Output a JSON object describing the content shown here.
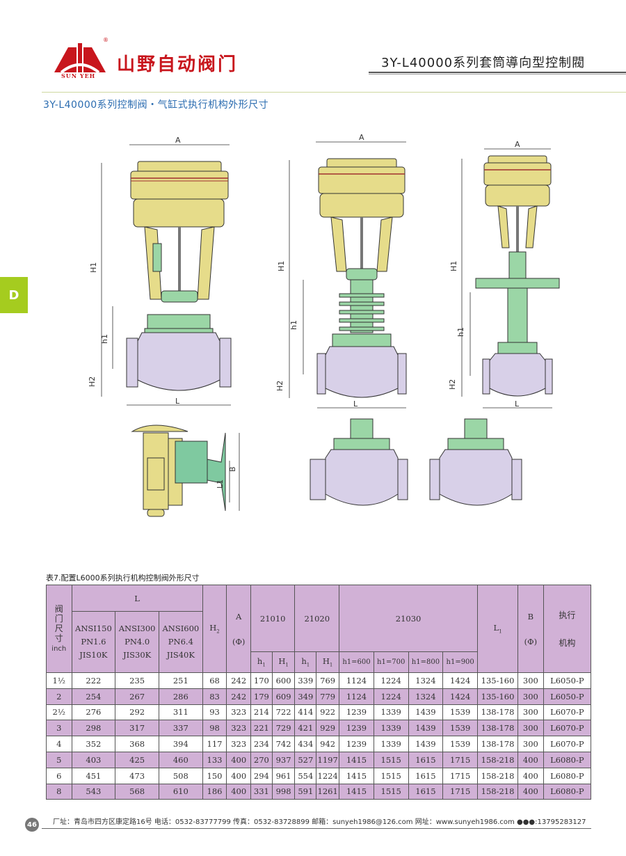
{
  "header": {
    "logo_sub": "SUN YEH",
    "logo_reg": "®",
    "brand_name": "山野自动阀门",
    "series_title": "3Y-L40000系列套筒導向型控制閥"
  },
  "section_title": "3Y-L40000系列控制阀・气缸式执行机构外形尺寸",
  "side_tab": "D",
  "drawings": {
    "valve1": {
      "A": "A",
      "H1": "H1",
      "h1": "h1",
      "H2": "H2",
      "L": "L"
    },
    "valve2": {
      "A": "A",
      "H1": "H1",
      "h1": "h1",
      "H2": "H2",
      "L": "L"
    },
    "valve3": {
      "A": "A",
      "H1": "H1",
      "h1": "h1",
      "H2": "H2",
      "L": "L"
    },
    "actuator_side": {
      "B": "B",
      "L1": "L1"
    }
  },
  "table": {
    "caption": "表7.配置L6000系列执行机构控制阀外形尺寸",
    "headers": {
      "size": [
        "阀",
        "门",
        "尺",
        "寸",
        "inch"
      ],
      "L": "L",
      "ansi150": [
        "ANSI150",
        "PN1.6",
        "JIS10K"
      ],
      "ansi300": [
        "ANSI300",
        "PN4.0",
        "JIS30K"
      ],
      "ansi600": [
        "ANSI600",
        "PN6.4",
        "JIS40K"
      ],
      "H2": "H",
      "H2_sub": "2",
      "A": "A",
      "A_phi": "(Φ)",
      "g21010": "21010",
      "g21020": "21020",
      "g21030": "21030",
      "h": "h",
      "H": "H",
      "hsub": "1",
      "H1_label": "H",
      "H1_sub": "1",
      "h700": [
        "h1=600",
        "h1=700",
        "h1=800",
        "h1=900"
      ],
      "L1": "L",
      "L1_sub": "1",
      "B": "B",
      "B_phi": "(Φ)",
      "actuator": [
        "执行",
        "机构"
      ]
    },
    "rows": [
      [
        "1½",
        "222",
        "235",
        "251",
        "68",
        "242",
        "170",
        "600",
        "339",
        "769",
        "1124",
        "1224",
        "1324",
        "1424",
        "135-160",
        "300",
        "L6050-P"
      ],
      [
        "2",
        "254",
        "267",
        "286",
        "83",
        "242",
        "179",
        "609",
        "349",
        "779",
        "1124",
        "1224",
        "1324",
        "1424",
        "135-160",
        "300",
        "L6050-P"
      ],
      [
        "2½",
        "276",
        "292",
        "311",
        "93",
        "323",
        "214",
        "722",
        "414",
        "922",
        "1239",
        "1339",
        "1439",
        "1539",
        "138-178",
        "300",
        "L6070-P"
      ],
      [
        "3",
        "298",
        "317",
        "337",
        "98",
        "323",
        "221",
        "729",
        "421",
        "929",
        "1239",
        "1339",
        "1439",
        "1539",
        "138-178",
        "300",
        "L6070-P"
      ],
      [
        "4",
        "352",
        "368",
        "394",
        "117",
        "323",
        "234",
        "742",
        "434",
        "942",
        "1239",
        "1339",
        "1439",
        "1539",
        "138-178",
        "300",
        "L6070-P"
      ],
      [
        "5",
        "403",
        "425",
        "460",
        "133",
        "400",
        "270",
        "937",
        "527",
        "1197",
        "1415",
        "1515",
        "1615",
        "1715",
        "158-218",
        "400",
        "L6080-P"
      ],
      [
        "6",
        "451",
        "473",
        "508",
        "150",
        "400",
        "294",
        "961",
        "554",
        "1224",
        "1415",
        "1515",
        "1615",
        "1715",
        "158-218",
        "400",
        "L6080-P"
      ],
      [
        "8",
        "543",
        "568",
        "610",
        "186",
        "400",
        "331",
        "998",
        "591",
        "1261",
        "1415",
        "1515",
        "1615",
        "1715",
        "158-218",
        "400",
        "L6080-P"
      ]
    ]
  },
  "footer": {
    "page_number": "46",
    "text": "厂址：青岛市四方区康定路16号  电话：0532-83777799  传真：0532-83728899  邮箱：sunyeh1986@126.com  网址：www.sunyeh1986.com  ●●●:13795283127"
  },
  "colors": {
    "brand_red": "#c8161d",
    "accent_green": "#a5cc1f",
    "table_purple": "#d1b1d6",
    "title_blue": "#2b6cb0",
    "actuator_yellow": "#e6dc8a",
    "yoke_green": "#9bd6a6",
    "body_lilac": "#d8d0e8"
  }
}
